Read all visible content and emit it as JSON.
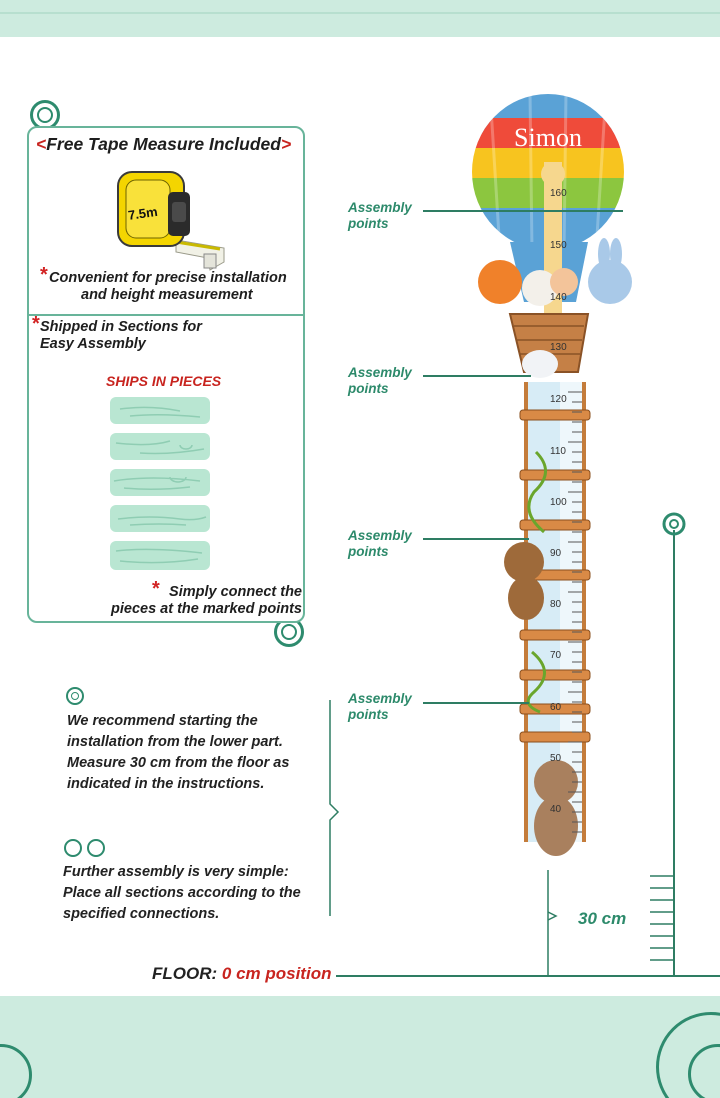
{
  "tape_panel": {
    "title_left": "<",
    "title": "Free Tape Measure Included",
    "title_right": ">",
    "tape_label": "7.5m",
    "note1_line1": "Convenient for precise installation",
    "note1_line2": "and height measurement"
  },
  "ship_panel": {
    "note_line1": "Shipped in Sections for",
    "note_line2": "Easy Assembly",
    "ships_label": "SHIPS IN PIECES",
    "connect_line1": "Simply connect the",
    "connect_line2": "pieces at the marked points"
  },
  "chart_image": {
    "name": "Simon",
    "ticks": [
      "160",
      "150",
      "140",
      "130",
      "120",
      "110",
      "100",
      "90",
      "80",
      "70",
      "60",
      "50",
      "40"
    ]
  },
  "assembly_points": [
    {
      "line1": "Assembly",
      "line2": "points"
    },
    {
      "line1": "Assembly",
      "line2": "points"
    },
    {
      "line1": "Assembly",
      "line2": "points"
    },
    {
      "line1": "Assembly",
      "line2": "points"
    }
  ],
  "instructions": {
    "step1_line1": "We recommend starting the",
    "step1_line2": "installation from the lower part.",
    "step1_line3": "Measure 30 cm from the floor as",
    "step1_line4": "indicated in the instructions.",
    "step2_line1": "Further assembly is very simple:",
    "step2_line2": "Place all sections according to the",
    "step2_line3": "specified connections."
  },
  "measurement": {
    "offset_label": "30 cm",
    "floor_label": "FLOOR:",
    "floor_value": "0 cm position"
  },
  "colors": {
    "accent_green": "#2d8a6b",
    "accent_red": "#c8241f",
    "band_mint": "#cdebdf",
    "plank_mint": "#b9e6d2"
  }
}
